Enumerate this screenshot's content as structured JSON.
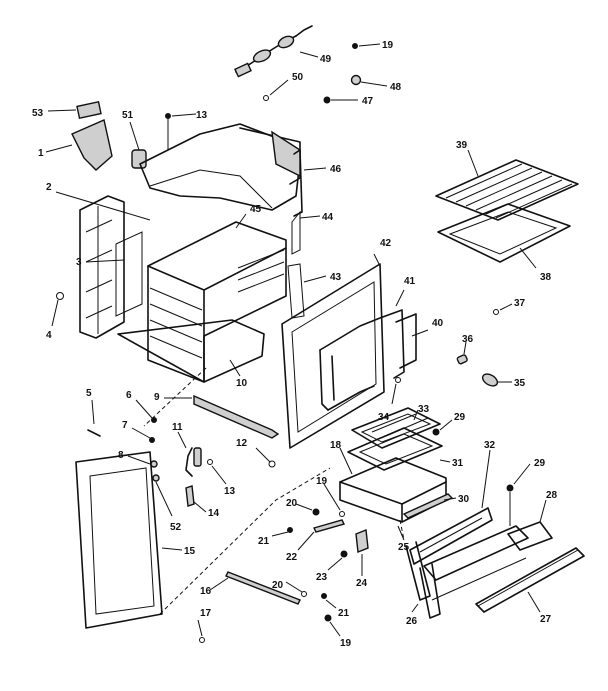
{
  "callouts": [
    {
      "id": "c1",
      "text": "1"
    },
    {
      "id": "c2",
      "text": "2"
    },
    {
      "id": "c3",
      "text": "3"
    },
    {
      "id": "c4",
      "text": "4"
    },
    {
      "id": "c5",
      "text": "5"
    },
    {
      "id": "c6",
      "text": "6"
    },
    {
      "id": "c7",
      "text": "7"
    },
    {
      "id": "c8",
      "text": "8"
    },
    {
      "id": "c9",
      "text": "9"
    },
    {
      "id": "c10",
      "text": "10"
    },
    {
      "id": "c11",
      "text": "11"
    },
    {
      "id": "c12",
      "text": "12"
    },
    {
      "id": "c13a",
      "text": "13"
    },
    {
      "id": "c13b",
      "text": "13"
    },
    {
      "id": "c14",
      "text": "14"
    },
    {
      "id": "c15",
      "text": "15"
    },
    {
      "id": "c16",
      "text": "16"
    },
    {
      "id": "c17",
      "text": "17"
    },
    {
      "id": "c18",
      "text": "18"
    },
    {
      "id": "c19a",
      "text": "19"
    },
    {
      "id": "c19b",
      "text": "19"
    },
    {
      "id": "c19c",
      "text": "19"
    },
    {
      "id": "c20a",
      "text": "20"
    },
    {
      "id": "c20b",
      "text": "20"
    },
    {
      "id": "c21a",
      "text": "21"
    },
    {
      "id": "c21b",
      "text": "21"
    },
    {
      "id": "c22",
      "text": "22"
    },
    {
      "id": "c23",
      "text": "23"
    },
    {
      "id": "c24",
      "text": "24"
    },
    {
      "id": "c25",
      "text": "25"
    },
    {
      "id": "c26",
      "text": "26"
    },
    {
      "id": "c27",
      "text": "27"
    },
    {
      "id": "c28",
      "text": "28"
    },
    {
      "id": "c29a",
      "text": "29"
    },
    {
      "id": "c29b",
      "text": "29"
    },
    {
      "id": "c30",
      "text": "30"
    },
    {
      "id": "c31",
      "text": "31"
    },
    {
      "id": "c32",
      "text": "32"
    },
    {
      "id": "c33",
      "text": "33"
    },
    {
      "id": "c34",
      "text": "34"
    },
    {
      "id": "c35",
      "text": "35"
    },
    {
      "id": "c36",
      "text": "36"
    },
    {
      "id": "c37",
      "text": "37"
    },
    {
      "id": "c38",
      "text": "38"
    },
    {
      "id": "c39",
      "text": "39"
    },
    {
      "id": "c40",
      "text": "40"
    },
    {
      "id": "c41",
      "text": "41"
    },
    {
      "id": "c42",
      "text": "42"
    },
    {
      "id": "c43",
      "text": "43"
    },
    {
      "id": "c44",
      "text": "44"
    },
    {
      "id": "c45",
      "text": "45"
    },
    {
      "id": "c46",
      "text": "46"
    },
    {
      "id": "c47",
      "text": "47"
    },
    {
      "id": "c48",
      "text": "48"
    },
    {
      "id": "c49",
      "text": "49"
    },
    {
      "id": "c50",
      "text": "50"
    },
    {
      "id": "c51",
      "text": "51"
    },
    {
      "id": "c52",
      "text": "52"
    },
    {
      "id": "c53",
      "text": "53"
    }
  ]
}
